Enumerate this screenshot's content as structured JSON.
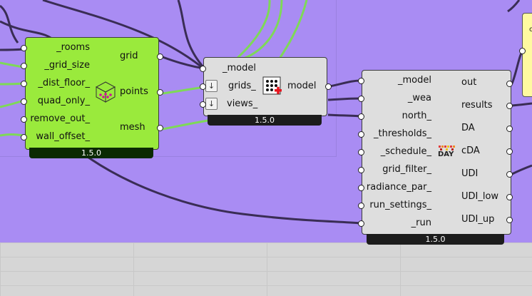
{
  "canvas": {
    "background_color": "#a98cf3",
    "lower_background_color": "#d6d6d6"
  },
  "grid_component": {
    "inputs": [
      "_rooms",
      "_grid_size",
      "_dist_floor_",
      "quad_only_",
      "remove_out_",
      "wall_offset_"
    ],
    "outputs": [
      "grid",
      "points",
      "mesh"
    ],
    "version": "1.5.0",
    "icon": "grid-points-cube-icon",
    "color": "#9aea3c"
  },
  "model_component": {
    "inputs": [
      "_model",
      "grids_",
      "views_"
    ],
    "outputs": [
      "model"
    ],
    "version": "1.5.0",
    "icon": "add-to-model-icon",
    "expand_icon": "down-arrow-icon"
  },
  "daylight_component": {
    "inputs": [
      "_model",
      "_wea",
      "north_",
      "_thresholds_",
      "_schedule_",
      "grid_filter_",
      "radiance_par_",
      "run_settings_",
      "_run"
    ],
    "outputs": [
      "out",
      "results",
      "DA",
      "cDA",
      "UDI",
      "UDI_low",
      "UDI_up"
    ],
    "version": "1.5.0",
    "icon": "annual-daylight-icon",
    "icon_text": "DAY"
  },
  "side_panel": {
    "text": "cD"
  }
}
